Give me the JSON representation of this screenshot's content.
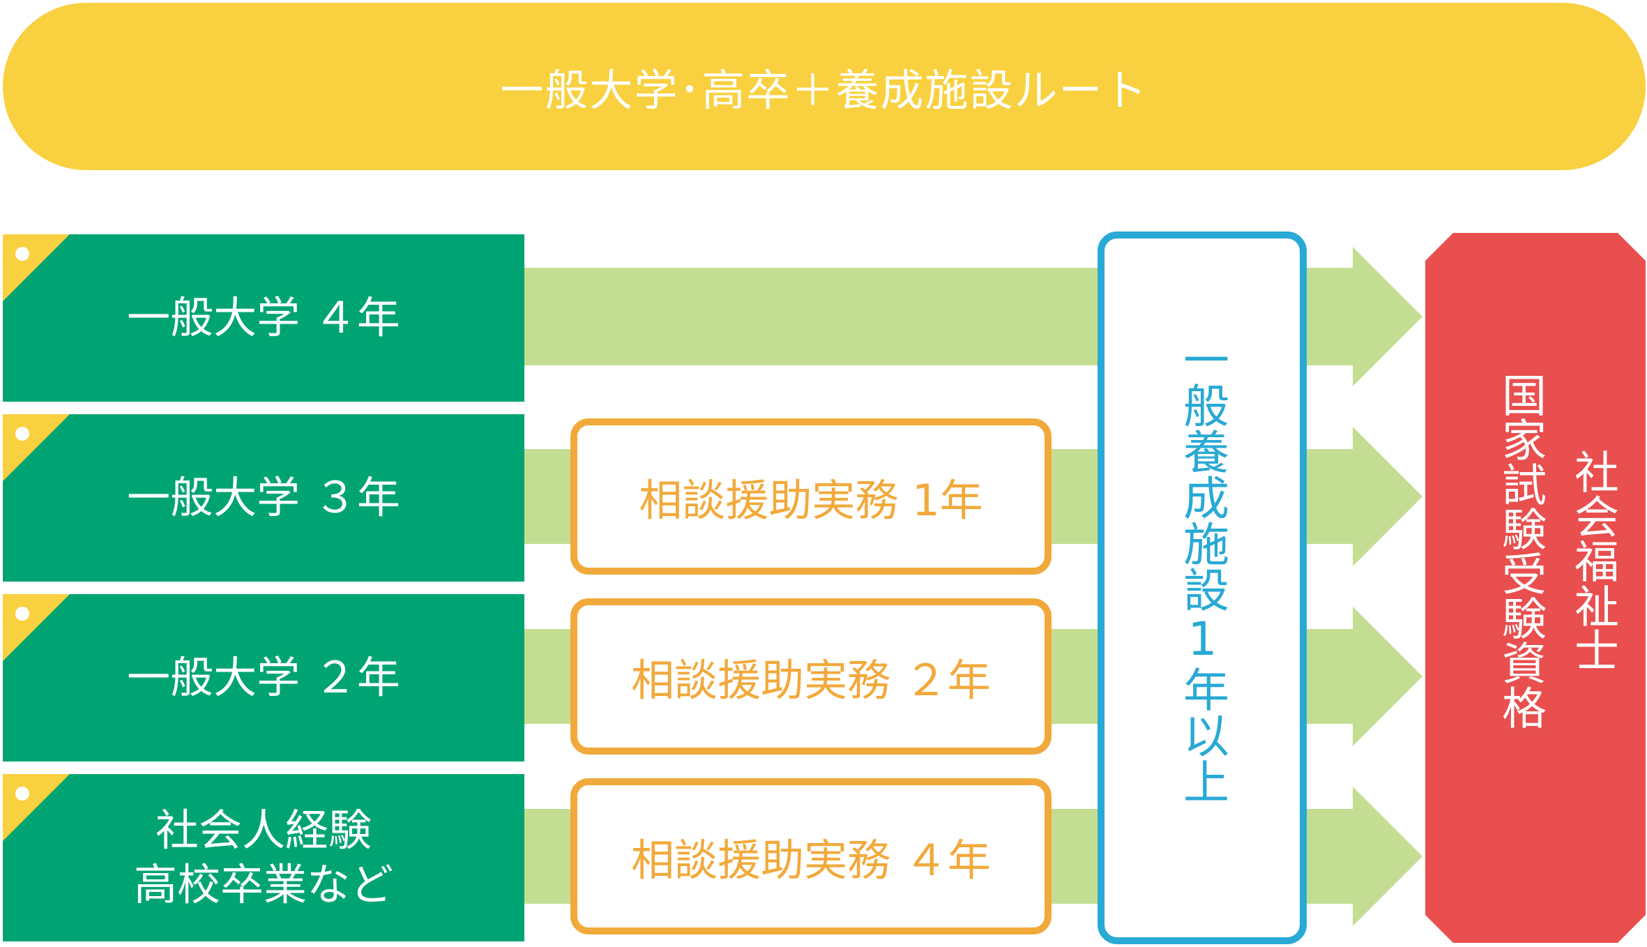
{
  "header": {
    "title": "一般大学･高卒＋養成施設ルート"
  },
  "stages": [
    {
      "label": "一般大学 ４年"
    },
    {
      "label": "一般大学 ３年"
    },
    {
      "label": "一般大学 ２年"
    },
    {
      "label": "社会人経験\n高校卒業など"
    }
  ],
  "practice": [
    {
      "label": "相談援助実務 1年"
    },
    {
      "label": "相談援助実務 ２年"
    },
    {
      "label": "相談援助実務 ４年"
    }
  ],
  "facility": {
    "label": "一般養成施設1年以上"
  },
  "result": {
    "line1": "社会福祉士",
    "line2": "国家試験受験資格"
  },
  "colors": {
    "banner": "#f9d03f",
    "stage": "#00a473",
    "arrow": "#c3de92",
    "practice": "#f2a93b",
    "facility": "#29a9d5",
    "result": "#e84f4e"
  }
}
